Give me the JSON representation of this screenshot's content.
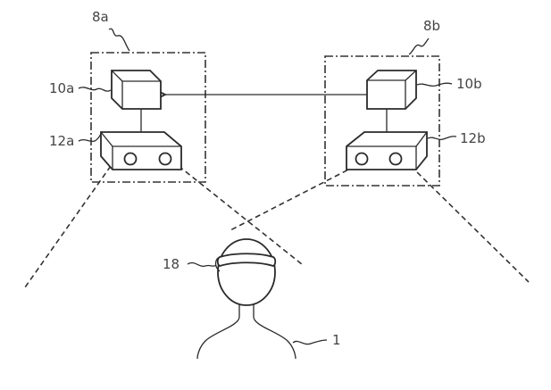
{
  "figure": {
    "type": "patent-style diagram",
    "labels": {
      "group_a": "8a",
      "group_b": "8b",
      "processor_a": "10a",
      "processor_b": "10b",
      "camera_a": "12a",
      "camera_b": "12b",
      "headset": "18",
      "user": "1"
    },
    "connections": [
      {
        "from": "10b",
        "to": "10a",
        "kind": "arrow"
      },
      {
        "from": "10a",
        "to": "12a",
        "kind": "line"
      },
      {
        "from": "10b",
        "to": "12b",
        "kind": "line"
      }
    ]
  }
}
